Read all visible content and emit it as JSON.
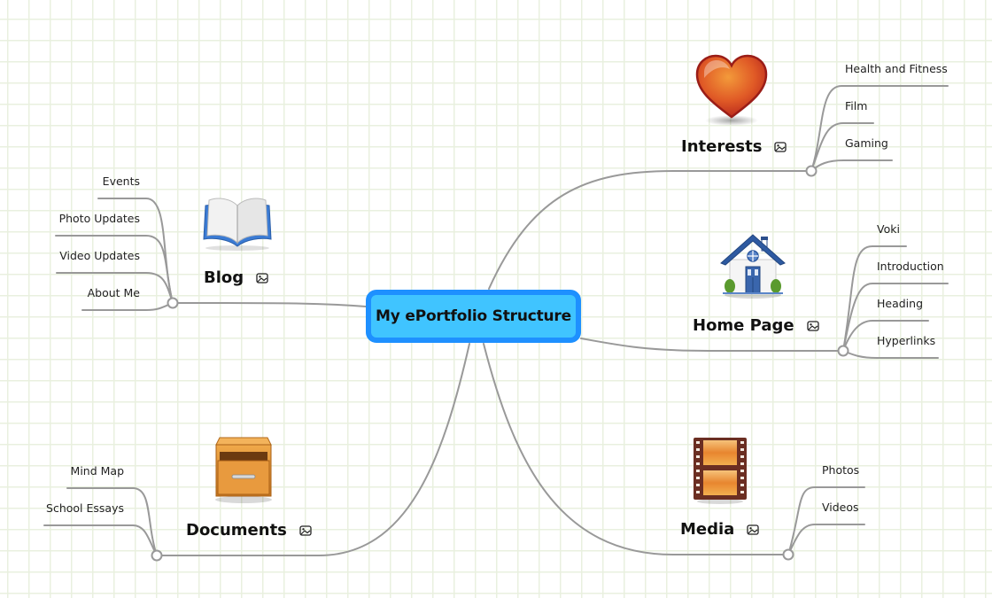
{
  "map": {
    "central": "My ePortfolio Structure",
    "topics": [
      {
        "id": "interests",
        "label": "Interests",
        "image": "heart-icon",
        "subtopics": [
          "Health and Fitness",
          "Film",
          "Gaming"
        ]
      },
      {
        "id": "home-page",
        "label": "Home Page",
        "image": "house-icon",
        "subtopics": [
          "Voki",
          "Introduction",
          "Heading",
          "Hyperlinks"
        ]
      },
      {
        "id": "media",
        "label": "Media",
        "image": "film-strip-icon",
        "subtopics": [
          "Photos",
          "Videos"
        ]
      },
      {
        "id": "blog",
        "label": "Blog",
        "image": "open-book-icon",
        "subtopics": [
          "Events",
          "Photo Updates",
          "Video Updates",
          "About Me"
        ]
      },
      {
        "id": "documents",
        "label": "Documents",
        "image": "file-drawer-icon",
        "subtopics": [
          "Mind Map",
          "School Essays"
        ]
      }
    ]
  },
  "colors": {
    "central_fill": "#40c4ff",
    "central_border": "#1e90ff",
    "connector": "#999999",
    "grid": "#e9f0df"
  }
}
